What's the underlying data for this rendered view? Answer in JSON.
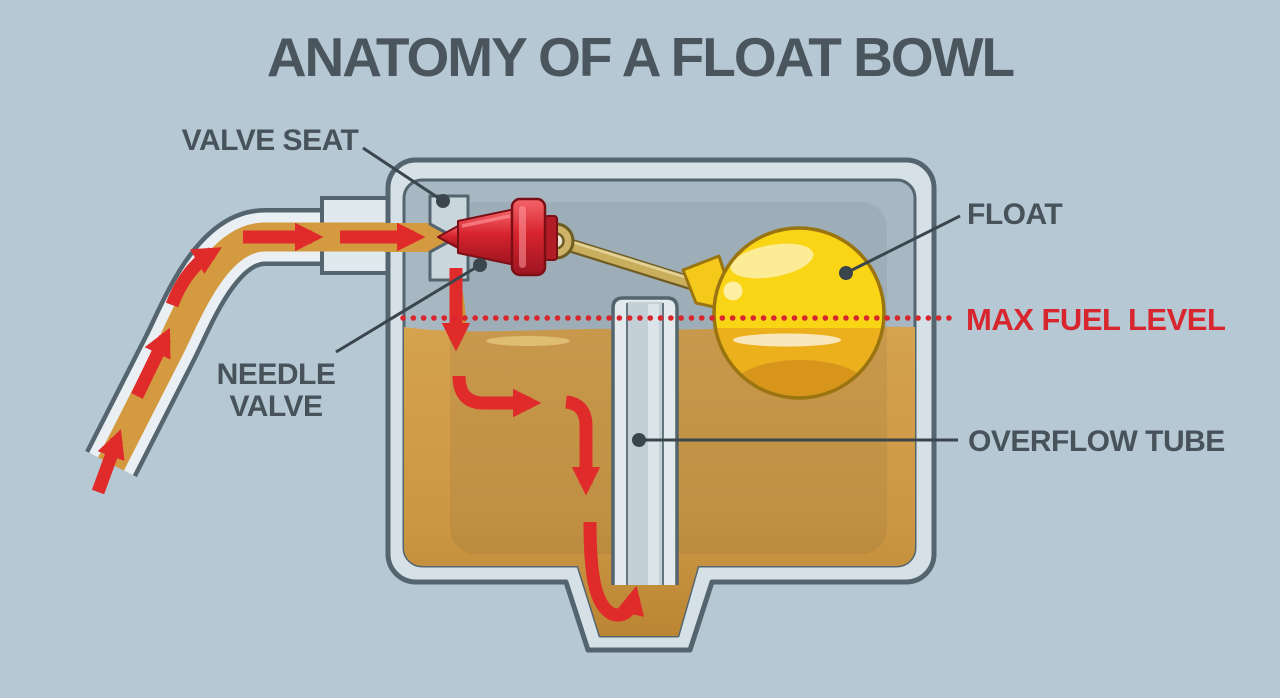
{
  "title": "ANATOMY OF A FLOAT BOWL",
  "labels": {
    "valve_seat": "VALVE SEAT",
    "needle_valve_line1": "NEEDLE",
    "needle_valve_line2": "VALVE",
    "float": "FLOAT",
    "max_fuel_level": "MAX FUEL LEVEL",
    "overflow_tube": "OVERFLOW TUBE"
  },
  "colors": {
    "background": "#b5c8d3",
    "outline_dark": "#54656f",
    "title_text": "#4a555d",
    "label_text": "#47525b",
    "accent_red": "#d7262d",
    "flow_arrow_red": "#e02b2b",
    "fuel_amber": "#cf9a45",
    "float_yellow": "#f8d515",
    "brass_arm": "#c9ae5d",
    "bowl_wall_light": "#d6e1e7",
    "cavity_air_gray": "#a7b8c2",
    "needle_valve_red": "#d7242e"
  },
  "diagram": {
    "type": "technical-illustration",
    "subject": "carburetor float bowl cross-section",
    "annotation_style": "leader lines with dots",
    "max_fuel_level_line": "red dotted horizontal line"
  }
}
